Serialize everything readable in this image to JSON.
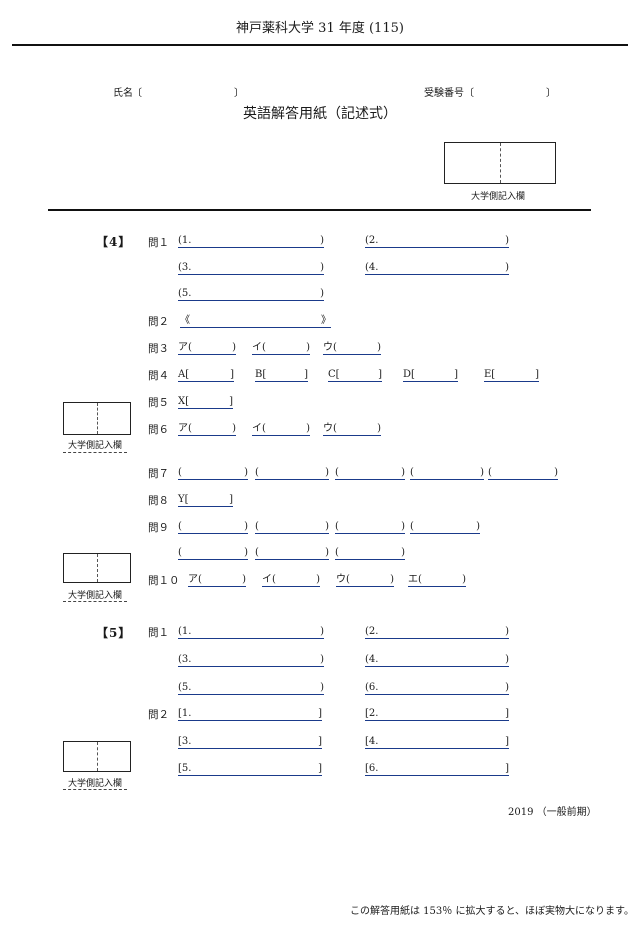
{
  "header": {
    "title": "神戸薬科大学 31 年度 (115)"
  },
  "form": {
    "name_label": "氏名",
    "name_open": "〔",
    "name_close": "〕",
    "exam_no_label": "受験番号",
    "exam_open": "〔",
    "exam_close": "〕",
    "sheet_title": "英語解答用紙（記述式）",
    "university_box_label": "大学側記入欄"
  },
  "section4": {
    "label": "【4】",
    "q1": {
      "label": "問１",
      "blanks": [
        "(1.",
        "(2.",
        "(3.",
        "(4.",
        "(5."
      ],
      "close": ")"
    },
    "q2": {
      "label": "問２",
      "open": "《",
      "close": "》"
    },
    "q3": {
      "label": "問３",
      "items": [
        "ア(",
        "イ(",
        "ウ("
      ],
      "close": ")"
    },
    "q4": {
      "label": "問４",
      "items": [
        "A[",
        "B[",
        "C[",
        "D[",
        "E["
      ],
      "close": "]"
    },
    "q5": {
      "label": "問５",
      "items": [
        "X["
      ],
      "close": "]"
    },
    "q6": {
      "label": "問６",
      "items": [
        "ア(",
        "イ(",
        "ウ("
      ],
      "close": ")"
    },
    "q7": {
      "label": "問７",
      "open": "(",
      "close": ")"
    },
    "q8": {
      "label": "問８",
      "items": [
        "Y["
      ],
      "close": "]"
    },
    "q9": {
      "label": "問９",
      "open": "(",
      "close": ")"
    },
    "q10": {
      "label": "問１０",
      "items": [
        "ア(",
        "イ(",
        "ウ(",
        "エ("
      ],
      "close": ")"
    },
    "box_label": "大学側記入欄"
  },
  "section5": {
    "label": "【5】",
    "q1": {
      "label": "問１",
      "blanks": [
        "(1.",
        "(2.",
        "(3.",
        "(4.",
        "(5.",
        "(6."
      ],
      "close": ")"
    },
    "q2": {
      "label": "問２",
      "blanks": [
        "[1.",
        "[2.",
        "[3.",
        "[4.",
        "[5.",
        "[6."
      ],
      "close": "]"
    },
    "box_label": "大学側記入欄"
  },
  "footer": {
    "year_note": "2019 （一般前期）",
    "scale_note": "この解答用紙は 153％ に拡大すると、ほぼ実物大になります。"
  }
}
